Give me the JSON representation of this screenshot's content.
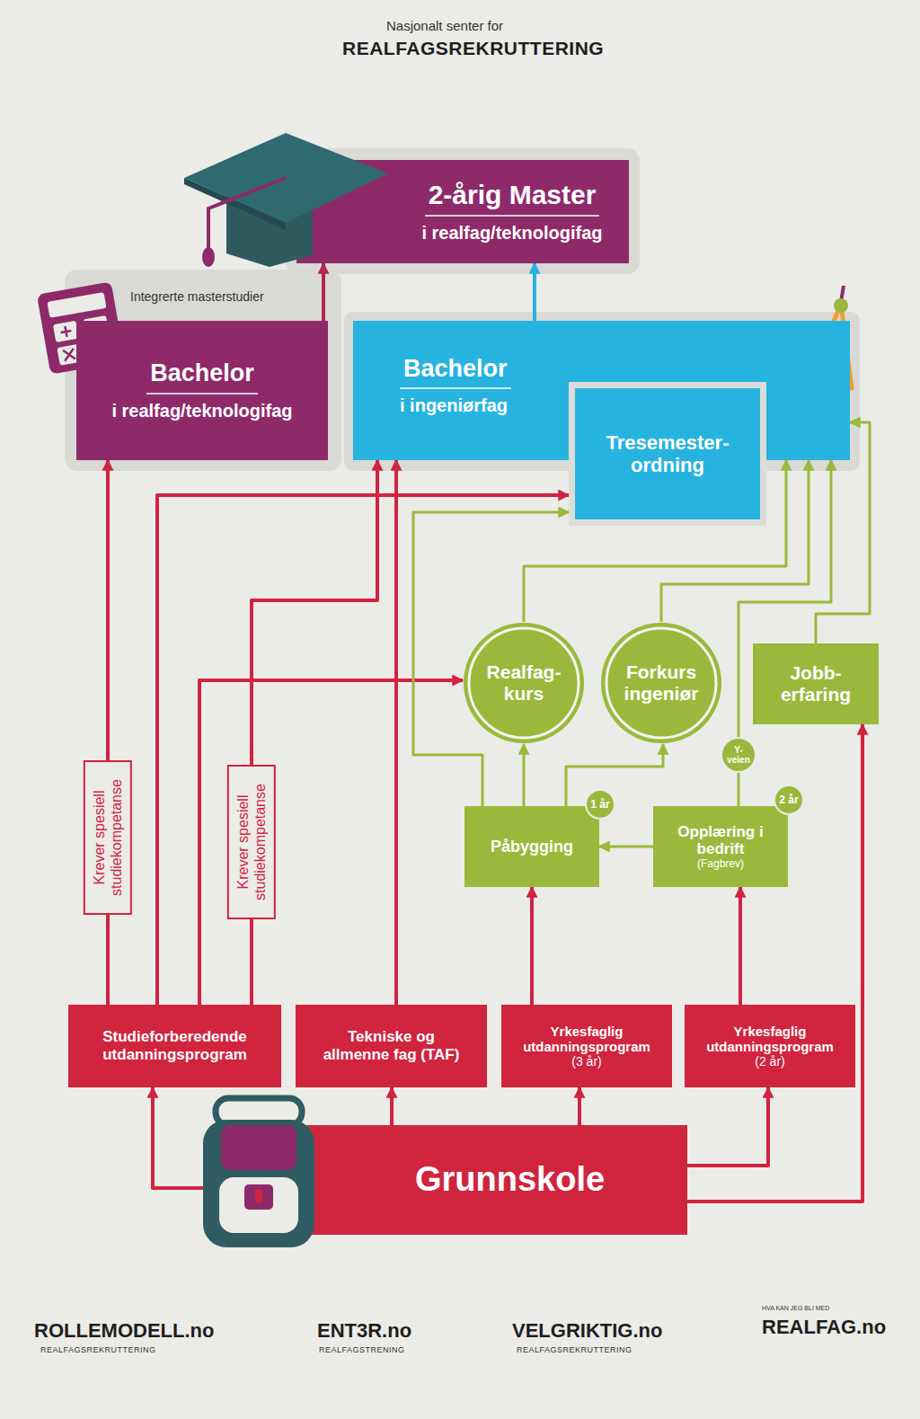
{
  "diagram": {
    "nodes": [
      {
        "text": [
          "2-årig Master",
          "i realfag/teknologifag"
        ]
      },
      {
        "text": [
          "Bachelor",
          "i realfag/teknologifag"
        ]
      },
      {
        "text": [
          "Bachelor",
          "i ingeniørfag"
        ]
      },
      {
        "text": [
          "Tresemester- ordning"
        ],
        "in": 2
      },
      {
        "text": [
          "Realfag- kurs"
        ]
      },
      {
        "text": [
          "Forkurs ingeniør"
        ]
      },
      {
        "text": [
          "Jobb- erfaring"
        ]
      },
      {
        "text": [
          "Påbygging"
        ]
      },
      {
        "text": [
          "Opplæring i bedrift",
          "(Fagbrev)"
        ]
      },
      {
        "text": [
          "Studieforberedende utdanningsprogram"
        ]
      },
      {
        "text": [
          "Tekniske og allmenne fag (TAF)"
        ]
      },
      {
        "text": [
          "Yrkesfaglig utdanningsprogram",
          "(3 år)"
        ]
      },
      {
        "text": [
          "Yrkesfaglig utdanningsprogram",
          "(2 år)"
        ]
      },
      {
        "text": [
          "Grunnskole"
        ]
      }
    ],
    "edges": [
      {
        "from": 13,
        "to": 9,
        "arrow": "to"
      },
      {
        "from": 13,
        "to": 10,
        "arrow": "to"
      },
      {
        "from": 13,
        "to": 11,
        "arrow": "to"
      },
      {
        "from": 13,
        "to": 12,
        "arrow": "to"
      },
      {
        "from": 13,
        "to": 6,
        "arrow": "to"
      },
      {
        "from": 9,
        "to": 1,
        "label": "Krever spesiell studiekompetanse",
        "arrow": "to"
      },
      {
        "from": 9,
        "to": 3,
        "arrow": "to"
      },
      {
        "from": 9,
        "to": 2,
        "label": "Krever spesiell studiekompetanse",
        "arrow": "to"
      },
      {
        "from": 9,
        "to": 4,
        "arrow": "to"
      },
      {
        "from": 10,
        "to": 2,
        "arrow": "to"
      },
      {
        "from": 11,
        "to": 7,
        "arrow": "to"
      },
      {
        "from": 12,
        "to": 8,
        "arrow": "to"
      },
      {
        "from": 8,
        "to": 7,
        "arrow": "to"
      },
      {
        "from": 7,
        "to": 4,
        "arrow": "to"
      },
      {
        "from": 7,
        "to": 5,
        "arrow": "to"
      },
      {
        "from": 7,
        "to": 3,
        "arrow": "to"
      },
      {
        "from": 4,
        "to": 2,
        "arrow": "to"
      },
      {
        "from": 5,
        "to": 2,
        "arrow": "to"
      },
      {
        "from": 8,
        "to": 2,
        "label": "Y-veien",
        "arrow": "to"
      },
      {
        "from": 6,
        "to": 2,
        "arrow": "to"
      },
      {
        "from": 1,
        "to": 0,
        "arrow": "to"
      },
      {
        "from": 2,
        "to": 0,
        "arrow": "to"
      }
    ],
    "labels": [
      "Nasjonalt senter for",
      "REALFAGSREKRUTTERING",
      "Integrerte masterstudier",
      "1 år",
      "2 år",
      "ROLLEMODELL.no",
      "REALFAGSREKRUTTERING",
      "ENT3R.no",
      "REALFAGSTRENING",
      "VELGRIKTIG.no",
      "REALFAGSREKRUTTERING",
      "HVA KAN JEG BLI MED",
      "REALFAG.no"
    ]
  }
}
